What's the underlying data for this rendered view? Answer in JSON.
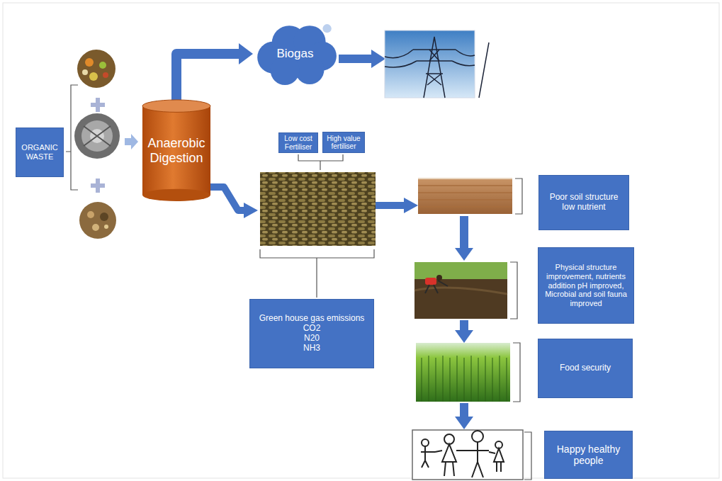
{
  "diagram": {
    "nodes": [
      {
        "text": [
          "ORGANIC WASTE"
        ]
      },
      {
        "text": [
          "Anaerobic Digestion"
        ]
      },
      {
        "text": [
          "Biogas"
        ]
      },
      {
        "text": [
          "Low cost Fertiliser"
        ]
      },
      {
        "text": [
          "High value fertiliser"
        ]
      },
      {
        "text": [
          "Green house gas emissions",
          "CO2",
          "N20",
          "NH3"
        ]
      },
      {
        "text": [
          "Poor soil structure low nutrient"
        ]
      },
      {
        "text": [
          "Physical structure improvement, nutrients addition pH improved, Microbial and soil fauna improved"
        ]
      },
      {
        "text": [
          "Food security"
        ]
      },
      {
        "text": [
          "Happy healthy people"
        ]
      }
    ],
    "edges": [
      {
        "from": 1,
        "to": 2,
        "arrow": "to"
      }
    ]
  }
}
